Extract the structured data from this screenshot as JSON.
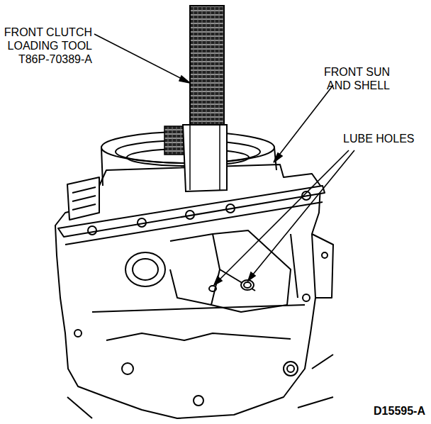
{
  "diagram": {
    "labels": [
      "FRONT CLUTCH LOADING TOOL T86P-70389-A",
      "FRONT SUN AND SHELL",
      "LUBE HOLES",
      "D15595-A"
    ]
  }
}
